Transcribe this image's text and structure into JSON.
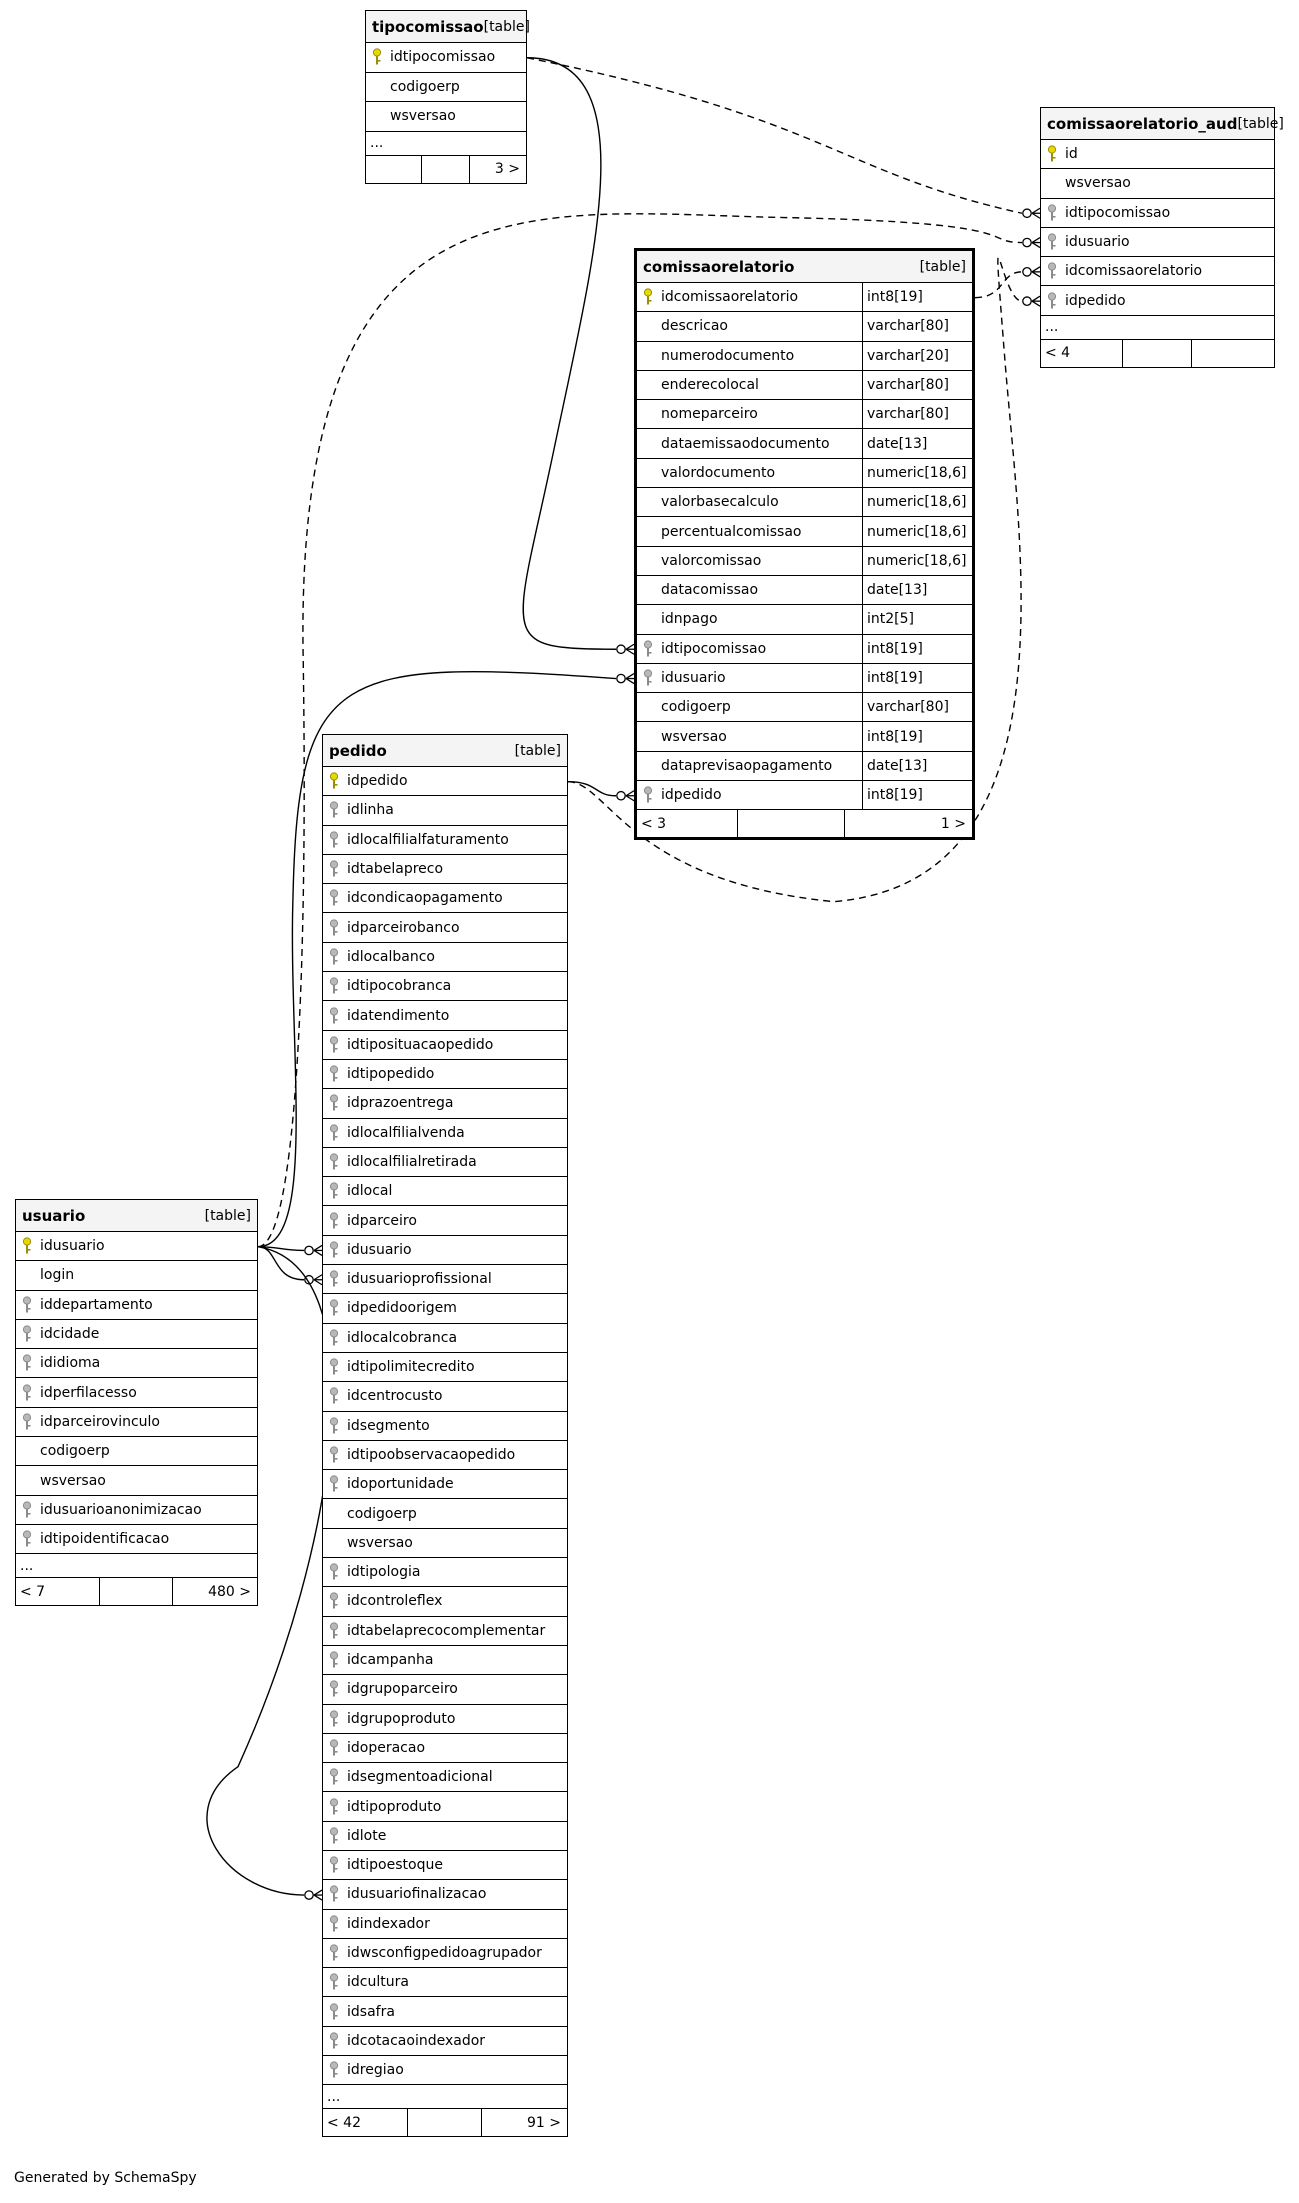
{
  "generator": "Generated by SchemaSpy",
  "tables": [
    {
      "id": "tipocomissao",
      "name": "tipocomissao",
      "kind": "[table]",
      "columns": [
        {
          "name": "idtipocomissao",
          "key": "pk"
        },
        {
          "name": "codigoerp",
          "key": ""
        },
        {
          "name": "wsversao",
          "key": ""
        }
      ],
      "more": "...",
      "footer": [
        "",
        "",
        "3 >"
      ]
    },
    {
      "id": "comissaorelatorio_aud",
      "name": "comissaorelatorio_aud",
      "kind": "[table]",
      "columns": [
        {
          "name": "id",
          "key": "pk"
        },
        {
          "name": "wsversao",
          "key": ""
        },
        {
          "name": "idtipocomissao",
          "key": "fk"
        },
        {
          "name": "idusuario",
          "key": "fk"
        },
        {
          "name": "idcomissaorelatorio",
          "key": "fk"
        },
        {
          "name": "idpedido",
          "key": "fk"
        }
      ],
      "more": "...",
      "footer": [
        "< 4",
        "",
        ""
      ]
    },
    {
      "id": "comissaorelatorio",
      "name": "comissaorelatorio",
      "kind": "[table]",
      "focus": true,
      "columns": [
        {
          "name": "idcomissaorelatorio",
          "type": "int8[19]",
          "key": "pk"
        },
        {
          "name": "descricao",
          "type": "varchar[80]",
          "key": ""
        },
        {
          "name": "numerodocumento",
          "type": "varchar[20]",
          "key": ""
        },
        {
          "name": "enderecolocal",
          "type": "varchar[80]",
          "key": ""
        },
        {
          "name": "nomeparceiro",
          "type": "varchar[80]",
          "key": ""
        },
        {
          "name": "dataemissaodocumento",
          "type": "date[13]",
          "key": ""
        },
        {
          "name": "valordocumento",
          "type": "numeric[18,6]",
          "key": ""
        },
        {
          "name": "valorbasecalculo",
          "type": "numeric[18,6]",
          "key": ""
        },
        {
          "name": "percentualcomissao",
          "type": "numeric[18,6]",
          "key": ""
        },
        {
          "name": "valorcomissao",
          "type": "numeric[18,6]",
          "key": ""
        },
        {
          "name": "datacomissao",
          "type": "date[13]",
          "key": ""
        },
        {
          "name": "idnpago",
          "type": "int2[5]",
          "key": ""
        },
        {
          "name": "idtipocomissao",
          "type": "int8[19]",
          "key": "fk"
        },
        {
          "name": "idusuario",
          "type": "int8[19]",
          "key": "fk"
        },
        {
          "name": "codigoerp",
          "type": "varchar[80]",
          "key": ""
        },
        {
          "name": "wsversao",
          "type": "int8[19]",
          "key": ""
        },
        {
          "name": "dataprevisaopagamento",
          "type": "date[13]",
          "key": ""
        },
        {
          "name": "idpedido",
          "type": "int8[19]",
          "key": "fk"
        }
      ],
      "more": "",
      "footer": [
        "< 3",
        "",
        "1 >"
      ]
    },
    {
      "id": "pedido",
      "name": "pedido",
      "kind": "[table]",
      "columns": [
        {
          "name": "idpedido",
          "key": "pk"
        },
        {
          "name": "idlinha",
          "key": "fk"
        },
        {
          "name": "idlocalfilialfaturamento",
          "key": "fk"
        },
        {
          "name": "idtabelapreco",
          "key": "fk"
        },
        {
          "name": "idcondicaopagamento",
          "key": "fk"
        },
        {
          "name": "idparceirobanco",
          "key": "fk"
        },
        {
          "name": "idlocalbanco",
          "key": "fk"
        },
        {
          "name": "idtipocobranca",
          "key": "fk"
        },
        {
          "name": "idatendimento",
          "key": "fk"
        },
        {
          "name": "idtiposituacaopedido",
          "key": "fk"
        },
        {
          "name": "idtipopedido",
          "key": "fk"
        },
        {
          "name": "idprazoentrega",
          "key": "fk"
        },
        {
          "name": "idlocalfilialvenda",
          "key": "fk"
        },
        {
          "name": "idlocalfilialretirada",
          "key": "fk"
        },
        {
          "name": "idlocal",
          "key": "fk"
        },
        {
          "name": "idparceiro",
          "key": "fk"
        },
        {
          "name": "idusuario",
          "key": "fk"
        },
        {
          "name": "idusuarioprofissional",
          "key": "fk"
        },
        {
          "name": "idpedidoorigem",
          "key": "fk"
        },
        {
          "name": "idlocalcobranca",
          "key": "fk"
        },
        {
          "name": "idtipolimitecredito",
          "key": "fk"
        },
        {
          "name": "idcentrocusto",
          "key": "fk"
        },
        {
          "name": "idsegmento",
          "key": "fk"
        },
        {
          "name": "idtipoobservacaopedido",
          "key": "fk"
        },
        {
          "name": "idoportunidade",
          "key": "fk"
        },
        {
          "name": "codigoerp",
          "key": ""
        },
        {
          "name": "wsversao",
          "key": ""
        },
        {
          "name": "idtipologia",
          "key": "fk"
        },
        {
          "name": "idcontroleflex",
          "key": "fk"
        },
        {
          "name": "idtabelaprecocomplementar",
          "key": "fk"
        },
        {
          "name": "idcampanha",
          "key": "fk"
        },
        {
          "name": "idgrupoparceiro",
          "key": "fk"
        },
        {
          "name": "idgrupoproduto",
          "key": "fk"
        },
        {
          "name": "idoperacao",
          "key": "fk"
        },
        {
          "name": "idsegmentoadicional",
          "key": "fk"
        },
        {
          "name": "idtipoproduto",
          "key": "fk"
        },
        {
          "name": "idlote",
          "key": "fk"
        },
        {
          "name": "idtipoestoque",
          "key": "fk"
        },
        {
          "name": "idusuariofinalizacao",
          "key": "fk"
        },
        {
          "name": "idindexador",
          "key": "fk"
        },
        {
          "name": "idwsconfigpedidoagrupador",
          "key": "fk"
        },
        {
          "name": "idcultura",
          "key": "fk"
        },
        {
          "name": "idsafra",
          "key": "fk"
        },
        {
          "name": "idcotacaoindexador",
          "key": "fk"
        },
        {
          "name": "idregiao",
          "key": "fk"
        }
      ],
      "more": "...",
      "footer": [
        "< 42",
        "",
        "91 >"
      ]
    },
    {
      "id": "usuario",
      "name": "usuario",
      "kind": "[table]",
      "columns": [
        {
          "name": "idusuario",
          "key": "pk"
        },
        {
          "name": "login",
          "key": ""
        },
        {
          "name": "iddepartamento",
          "key": "fk"
        },
        {
          "name": "idcidade",
          "key": "fk"
        },
        {
          "name": "ididioma",
          "key": "fk"
        },
        {
          "name": "idperfilacesso",
          "key": "fk"
        },
        {
          "name": "idparceirovinculo",
          "key": "fk"
        },
        {
          "name": "codigoerp",
          "key": ""
        },
        {
          "name": "wsversao",
          "key": ""
        },
        {
          "name": "idusuarioanonimizacao",
          "key": "fk"
        },
        {
          "name": "idtipoidentificacao",
          "key": "fk"
        }
      ],
      "more": "...",
      "footer": [
        "< 7",
        "",
        "480 >"
      ]
    }
  ]
}
